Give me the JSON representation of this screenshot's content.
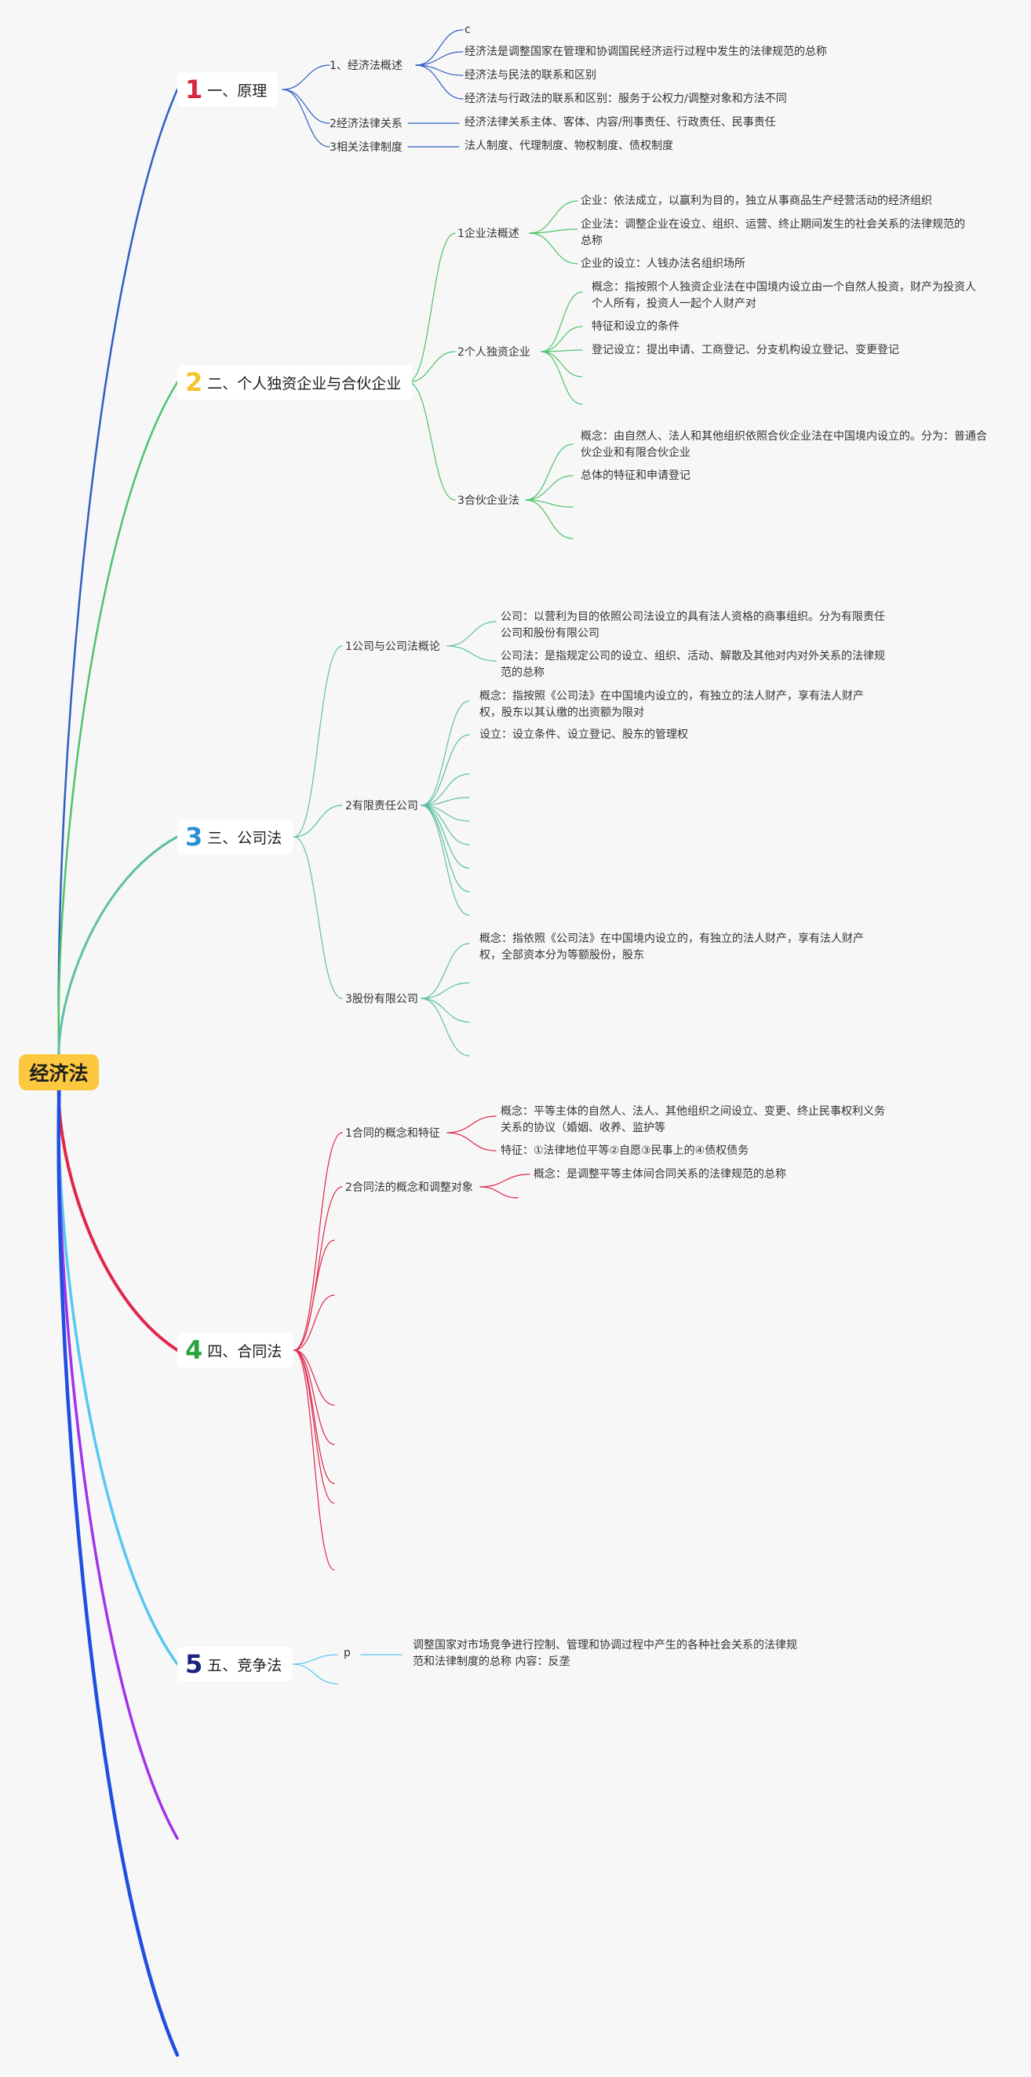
{
  "root": {
    "label": "经济法"
  },
  "colors": {
    "branch1": "#2f5fbf",
    "branch2": "#4fc36a",
    "branch3": "#5fbfa6",
    "branch4": "#e0264a",
    "branch5": "#56c7ef",
    "extra_purple": "#a133e8",
    "extra_blue": "#1f4fe0",
    "num1": "#d7263d",
    "num2": "#f4c430",
    "num3": "#2a8fd6",
    "num4": "#2aa33c",
    "num5": "#1a237e"
  },
  "branches": [
    {
      "num": "1",
      "label": "一、原理",
      "subs": [
        {
          "label": "1、经济法概述",
          "leaves": [
            "c",
            "经济法是调整国家在管理和协调国民经济运行过程中发生的法律规范的总称",
            "经济法与民法的联系和区别",
            "经济法与行政法的联系和区别：服务于公权力/调整对象和方法不同"
          ]
        },
        {
          "label": "2经济法律关系",
          "leaves": [
            "经济法律关系主体、客体、内容/刑事责任、行政责任、民事责任"
          ]
        },
        {
          "label": "3相关法律制度",
          "leaves": [
            "法人制度、代理制度、物权制度、债权制度"
          ]
        }
      ]
    },
    {
      "num": "2",
      "label": "二、个人独资企业与合伙企业",
      "subs": [
        {
          "label": "1企业法概述",
          "leaves": [
            "企业：依法成立，以赢利为目的，独立从事商品生产经营活动的经济组织",
            "企业法：调整企业在设立、组织、运营、终止期间发生的社会关系的法律规范的总称",
            "企业的设立：人钱办法名组织场所"
          ]
        },
        {
          "label": "2个人独资企业",
          "leaves": [
            "概念：指按照个人独资企业法在中国境内设立由一个自然人投资，财产为投资人个人所有，投资人一起个人财产对",
            "特征和设立的条件",
            "登记设立：提出申请、工商登记、分支机构设立登记、变更登记"
          ]
        },
        {
          "label": "3合伙企业法",
          "leaves": [
            "概念：由自然人、法人和其他组织依照合伙企业法在中国境内设立的。分为：普通合伙企业和有限合伙企业",
            "总体的特征和申请登记"
          ]
        }
      ]
    },
    {
      "num": "3",
      "label": "三、公司法",
      "subs": [
        {
          "label": "1公司与公司法概论",
          "leaves": [
            "公司：以营利为目的依照公司法设立的具有法人资格的商事组织。分为有限责任公司和股份有限公司",
            "公司法：是指规定公司的设立、组织、活动、解散及其他对内对外关系的法律规范的总称"
          ]
        },
        {
          "label": "2有限责任公司",
          "leaves": [
            "概念：指按照《公司法》在中国境内设立的，有独立的法人财产，享有法人财产权，股东以其认缴的出资额为限对",
            "设立：设立条件、设立登记、股东的管理权"
          ]
        },
        {
          "label": "3股份有限公司",
          "leaves": [
            "概念：指依照《公司法》在中国境内设立的，有独立的法人财产，享有法人财产权，全部资本分为等额股份，股东"
          ]
        }
      ]
    },
    {
      "num": "4",
      "label": "四、合同法",
      "subs": [
        {
          "label": "1合同的概念和特征",
          "leaves": [
            "概念：平等主体的自然人、法人、其他组织之间设立、变更、终止民事权利义务关系的协议（婚姻、收养、监护等",
            "特征：①法律地位平等②自愿③民事上的④债权债务"
          ]
        },
        {
          "label": "2合同法的概念和调整对象",
          "leaves": [
            "概念：是调整平等主体间合同关系的法律规范的总称"
          ]
        }
      ]
    },
    {
      "num": "5",
      "label": "五、竞争法",
      "subs": [
        {
          "label": "p",
          "leaves": [
            "调整国家对市场竞争进行控制、管理和协调过程中产生的各种社会关系的法律规范和法律制度的总称 内容：反垄"
          ]
        }
      ]
    }
  ]
}
